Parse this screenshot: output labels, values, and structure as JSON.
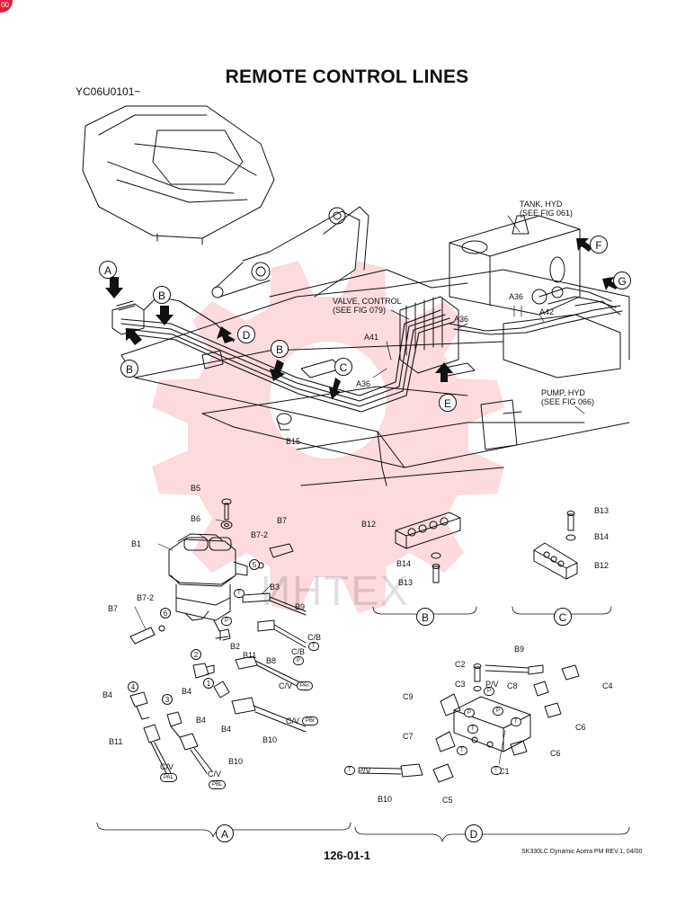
{
  "header": {
    "title": "REMOTE CONTROL LINES",
    "model_code": "YC06U0101~"
  },
  "footer": {
    "page_number": "126-01-1",
    "doc_ref": "SK330LC Dynamic Acera PM REV.1, 04/00"
  },
  "corner_badge": "00",
  "watermark": "ИНТЕХ",
  "main_view": {
    "tank_label": "TANK, HYD\n(SEE FIG 061)",
    "valve_label": "VALVE, CONTROL\n(SEE FIG 079)",
    "pump_label": "PUMP, HYD\n(SEE FIG 066)",
    "labels": [
      "A36",
      "A42",
      "A36",
      "A41",
      "A36",
      "B15"
    ],
    "callouts": [
      "A",
      "B",
      "B",
      "B",
      "C",
      "D",
      "E",
      "F",
      "G"
    ]
  },
  "detail_a": {
    "parts": [
      "B5",
      "B6",
      "B7",
      "B7-2",
      "B1",
      "B3",
      "B9",
      "C/B",
      "C/B",
      "B7",
      "B7-2",
      "B2",
      "B8",
      "B11",
      "C/V",
      "B4",
      "B4",
      "B4",
      "C/V",
      "B11",
      "B10",
      "B10",
      "C/V",
      "C/V"
    ],
    "circle_numbers": [
      "5",
      "6",
      "2",
      "1",
      "3",
      "4"
    ],
    "port_tags": [
      "T",
      "T",
      "P",
      "P",
      "PAr",
      "PBr",
      "PAL",
      "PBL"
    ],
    "caption": "A"
  },
  "detail_b": {
    "parts": [
      "B12",
      "B14",
      "B13"
    ],
    "caption": "B"
  },
  "detail_c": {
    "parts": [
      "B13",
      "B14",
      "B12"
    ],
    "caption": "C"
  },
  "detail_d": {
    "parts": [
      "C2",
      "C3",
      "P/V",
      "B9",
      "C8",
      "C4",
      "C9",
      "C6",
      "C7",
      "C6",
      "C1",
      "P/V",
      "B10",
      "C5"
    ],
    "port_tags": [
      "P",
      "P",
      "P",
      "T",
      "T",
      "T",
      "T",
      "T"
    ],
    "caption": "D"
  }
}
